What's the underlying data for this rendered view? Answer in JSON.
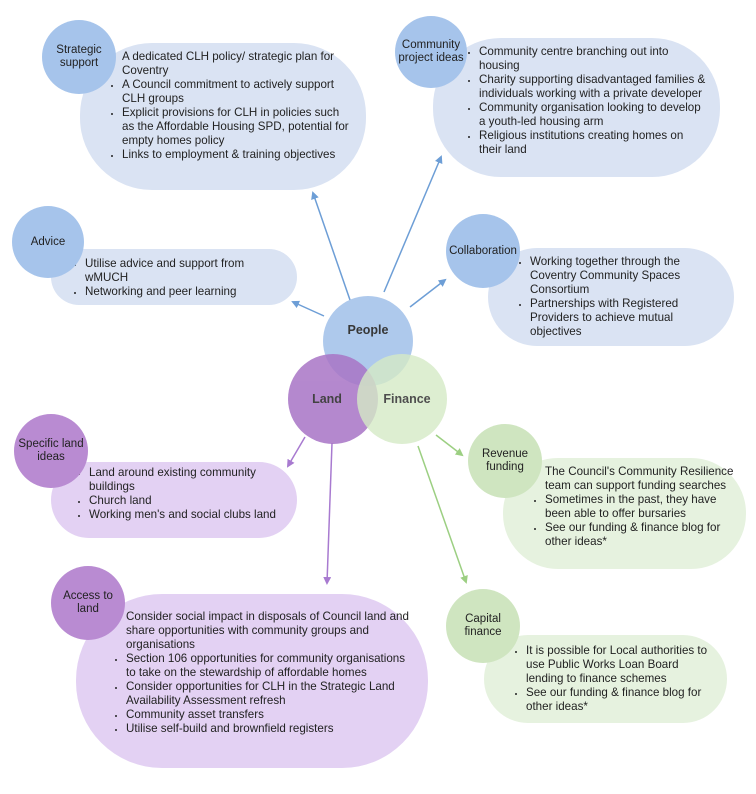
{
  "colors": {
    "people": "#a6c4eb",
    "land": "#a874c6",
    "finance": "#d5eac6",
    "blue_box": "#dae3f3",
    "purple_box": "#e3d1f3",
    "green_box": "#e6f2df",
    "arrow_blue": "#6d9ed6",
    "arrow_purple": "#a87ad0",
    "arrow_green": "#9ccf82"
  },
  "core": {
    "people": "People",
    "land": "Land",
    "finance": "Finance"
  },
  "nodes": {
    "strategic_support": {
      "title": "Strategic support",
      "items": [
        "A dedicated CLH policy/ strategic plan for Coventry",
        "A Council commitment to actively support CLH groups",
        "Explicit provisions for CLH in policies such as the Affordable Housing SPD, potential for empty homes policy",
        "Links to employment & training objectives"
      ]
    },
    "community_project_ideas": {
      "title": "Community project ideas",
      "items": [
        "Community centre branching out into housing",
        "Charity supporting disadvantaged families & individuals working with a private developer",
        "Community organisation looking to develop a youth-led housing arm",
        "Religious institutions creating homes on their land"
      ]
    },
    "advice": {
      "title": "Advice",
      "items": [
        "Utilise advice and support from wMUCH",
        "Networking and peer learning"
      ]
    },
    "collaboration": {
      "title": "Collaboration",
      "items": [
        "Working together through the Coventry Community Spaces Consortium",
        "Partnerships with Registered Providers to achieve mutual objectives"
      ]
    },
    "specific_land_ideas": {
      "title": "Specific land ideas",
      "items": [
        "Land around existing community buildings",
        "Church  land",
        "Working men's and social clubs land"
      ]
    },
    "revenue_funding": {
      "title": "Revenue funding",
      "items": [
        "The Council's Community Resilience team can support funding searches",
        "Sometimes in the past, they have been able to offer bursaries",
        "See our funding & finance blog for other ideas*"
      ]
    },
    "access_to_land": {
      "title": "Access to land",
      "items": [
        "Consider social impact in disposals of Council land and share opportunities with community groups and organisations",
        "Section 106 opportunities for community organisations to take on the stewardship of affordable homes",
        "Consider opportunities for CLH in the Strategic Land Availability Assessment refresh",
        "Community asset transfers",
        "Utilise self-build and brownfield registers"
      ]
    },
    "capital_finance": {
      "title": "Capital finance",
      "items": [
        "It is possible for Local authorities to use Public Works Loan Board lending to finance schemes",
        "See our funding & finance blog for other ideas*"
      ]
    }
  }
}
